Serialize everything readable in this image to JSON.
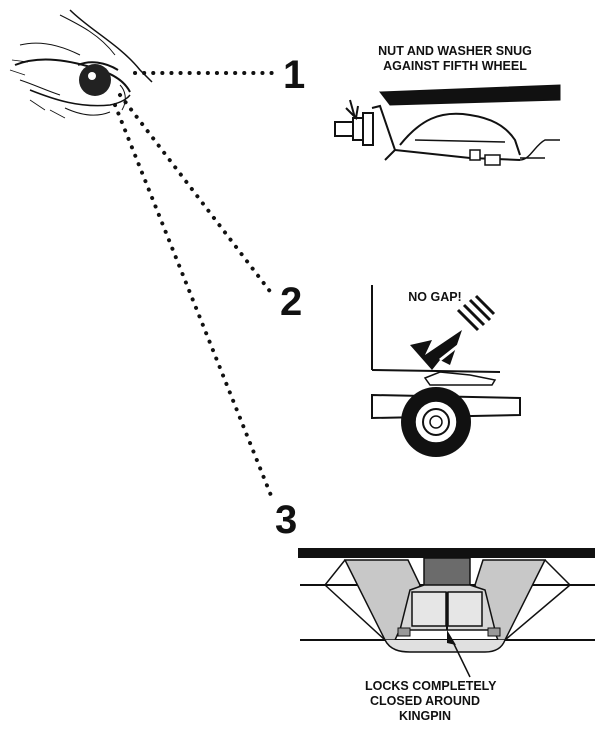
{
  "steps": [
    {
      "number": "1",
      "label_lines": [
        "NUT AND WASHER SNUG",
        "AGAINST FIFTH WHEEL"
      ]
    },
    {
      "number": "2",
      "label_lines": [
        "NO GAP!"
      ]
    },
    {
      "number": "3",
      "label_lines": [
        "LOCKS COMPLETELY",
        "CLOSED AROUND",
        "KINGPIN"
      ]
    }
  ],
  "colors": {
    "ink": "#111111",
    "fill_gray": "#c8c8c8",
    "dark_gray": "#6b6b6b"
  }
}
